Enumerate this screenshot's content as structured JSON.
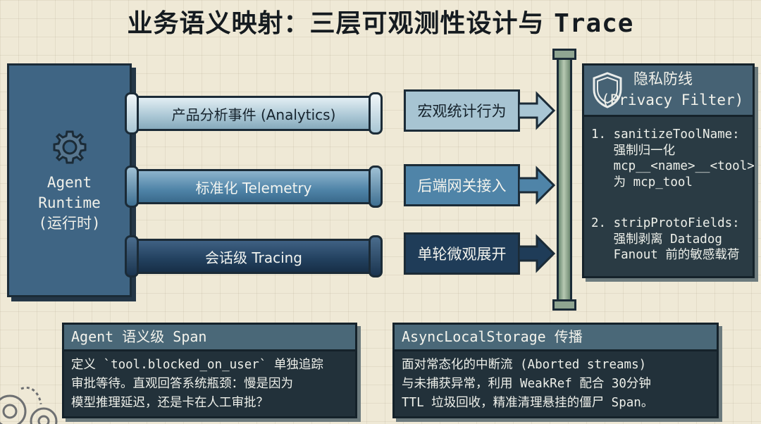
{
  "title": {
    "prefix": "业务语义映射：三层可观测性设计与",
    "trace": "Trace"
  },
  "runtime": {
    "label": "Agent\nRuntime\n(运行时)",
    "icon": "gear-icon"
  },
  "layers": [
    {
      "pipe_label": "产品分析事件 (Analytics)",
      "result": "宏观统计行为",
      "color": "#a9c6d4"
    },
    {
      "pipe_label": "标准化 Telemetry",
      "result": "后端网关接入",
      "color": "#4f84a8"
    },
    {
      "pipe_label": "会话级 Tracing",
      "result": "单轮微观展开",
      "color": "#1f3c58"
    }
  ],
  "privacy": {
    "icon": "shield-icon",
    "title": "隐私防线",
    "subtitle": "(Privacy Filter)",
    "items": [
      "1. sanitizeToolName:\n   强制归一化\n   mcp__<name>__<tool>\n   为 mcp_tool",
      "2. stripProtoFields:\n   强制剥离 Datadog\n   Fanout 前的敏感载荷"
    ]
  },
  "info_left": {
    "heading": "Agent 语义级 Span",
    "body": "定义 `tool.blocked_on_user` 单独追踪\n审批等待。直观回答系统瓶颈：慢是因为\n模型推理延迟，还是卡在人工审批？"
  },
  "info_right": {
    "heading": "AsyncLocalStorage 传播",
    "body": "面对常态化的中断流 (Aborted streams)\n与未捕获异常，利用 WeakRef 配合 30分钟\nTTL 垃圾回收，精准清理悬挂的僵尸 Span。"
  }
}
